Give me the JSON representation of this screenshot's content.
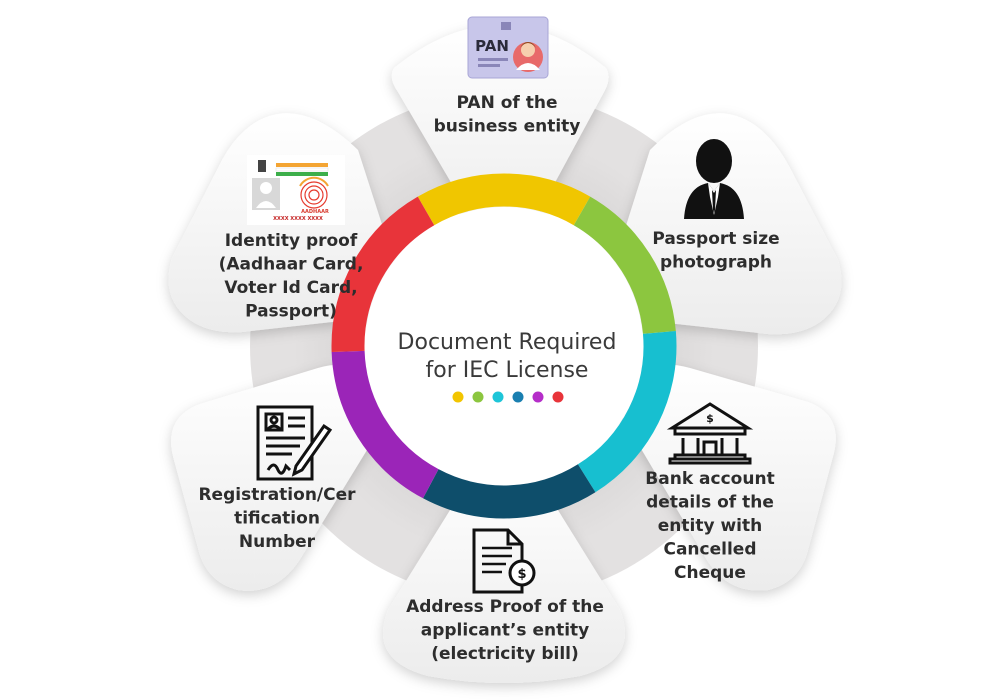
{
  "center": {
    "title_lines": [
      "Document Required",
      "for IEC License"
    ],
    "dot_colors": [
      "#f2c500",
      "#8cc63f",
      "#1ec5d8",
      "#1a7fb0",
      "#b52ec9",
      "#e8343a"
    ]
  },
  "ring_colors": {
    "top": "#f0c600",
    "top_right": "#8cc63f",
    "right": "#17bfd0",
    "bottom": "#0e4e6b",
    "bottom_left": "#9b25b8",
    "left": "#e8343a"
  },
  "petals": [
    {
      "id": "pan",
      "icon": "pan-card-icon",
      "icon_text": "PAN",
      "lines": [
        "PAN of the",
        "business entity"
      ]
    },
    {
      "id": "photo",
      "icon": "person-suit-icon",
      "lines": [
        "Passport size",
        "photograph"
      ]
    },
    {
      "id": "bank",
      "icon": "bank-icon",
      "icon_text": "$",
      "lines": [
        "Bank account",
        "details of the",
        "entity with",
        "Cancelled",
        "Cheque"
      ]
    },
    {
      "id": "address",
      "icon": "bill-document-icon",
      "icon_text": "$",
      "lines": [
        "Address Proof of the",
        "applicant’s entity",
        "(electricity bill)"
      ]
    },
    {
      "id": "registration",
      "icon": "certificate-pen-icon",
      "lines": [
        "Registration/Cer",
        "tification",
        "Number"
      ]
    },
    {
      "id": "identity",
      "icon": "aadhaar-card-icon",
      "icon_text": [
        "AADHAAR",
        "XXXX XXXX XXXX"
      ],
      "lines": [
        "Identity proof",
        "(Aadhaar Card,",
        "Voter Id Card,",
        "Passport)"
      ]
    }
  ]
}
